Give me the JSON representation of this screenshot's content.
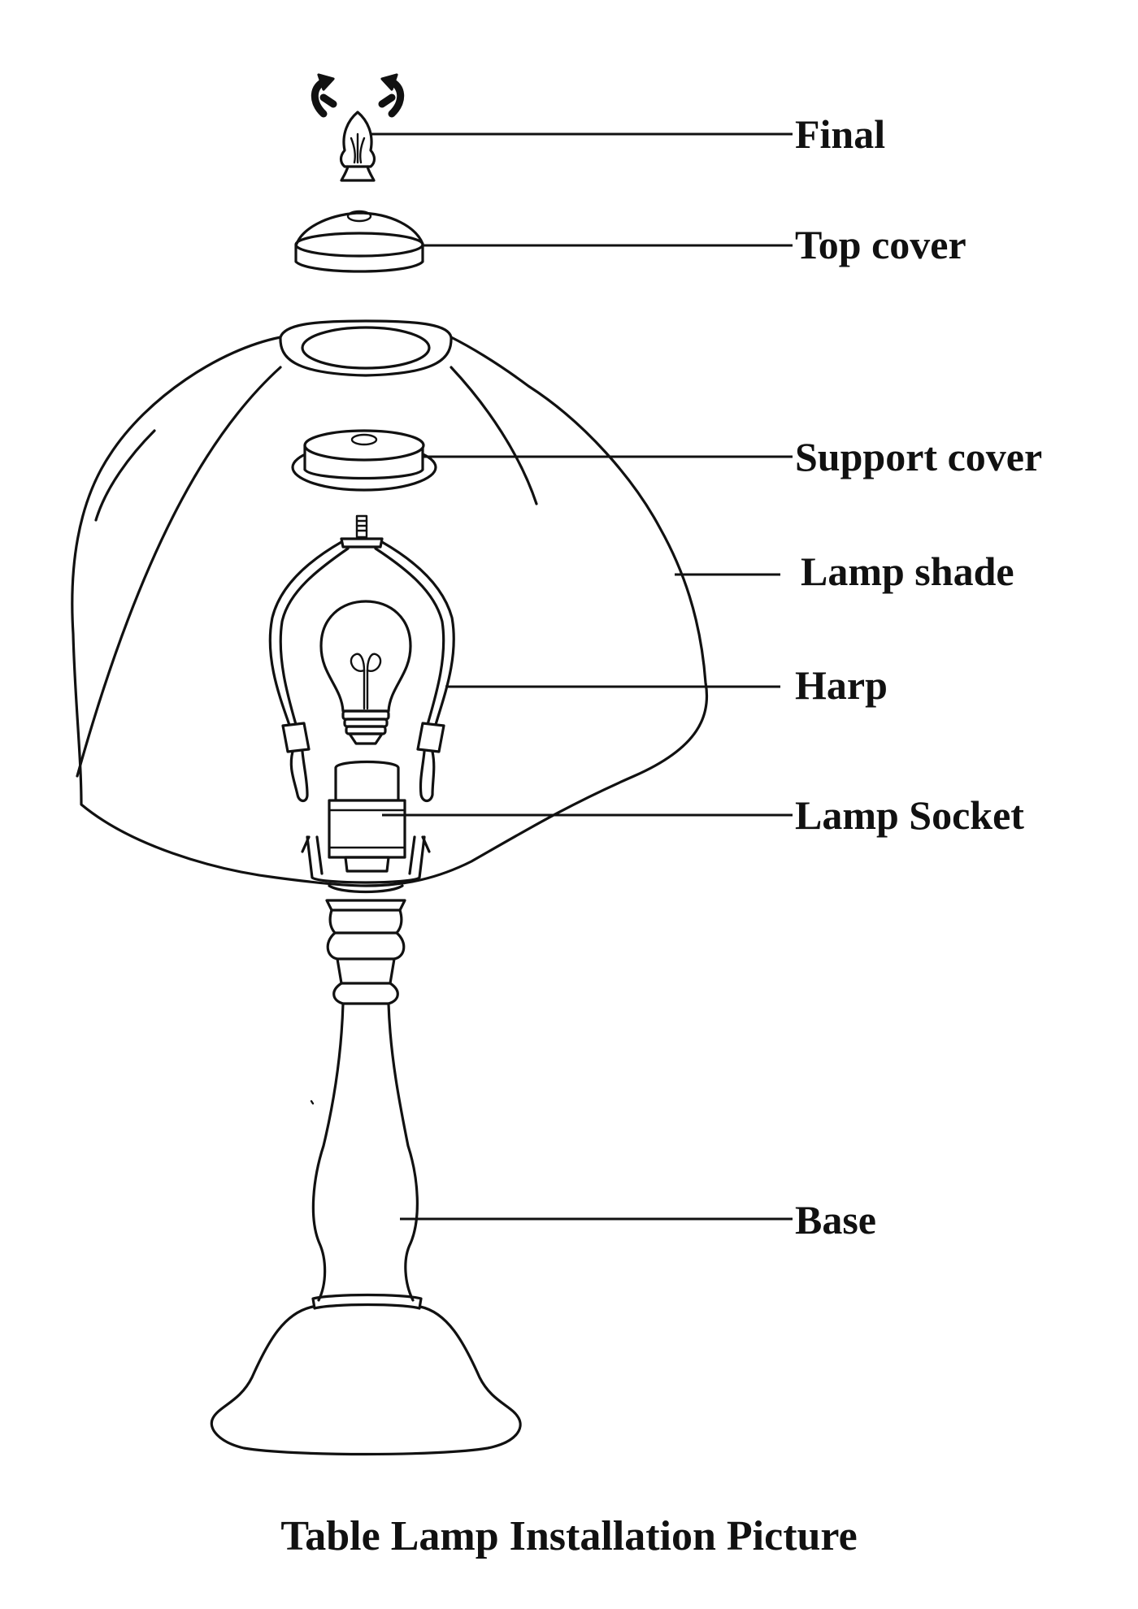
{
  "title": "Table Lamp Installation Picture",
  "ink_color": "#111111",
  "background": "#ffffff",
  "parts": [
    {
      "id": "final",
      "label": "Final"
    },
    {
      "id": "top-cover",
      "label": "Top cover"
    },
    {
      "id": "support-cover",
      "label": "Support cover"
    },
    {
      "id": "lamp-shade",
      "label": "Lamp shade"
    },
    {
      "id": "harp",
      "label": "Harp"
    },
    {
      "id": "lamp-socket",
      "label": "Lamp Socket"
    },
    {
      "id": "base",
      "label": "Base"
    }
  ]
}
